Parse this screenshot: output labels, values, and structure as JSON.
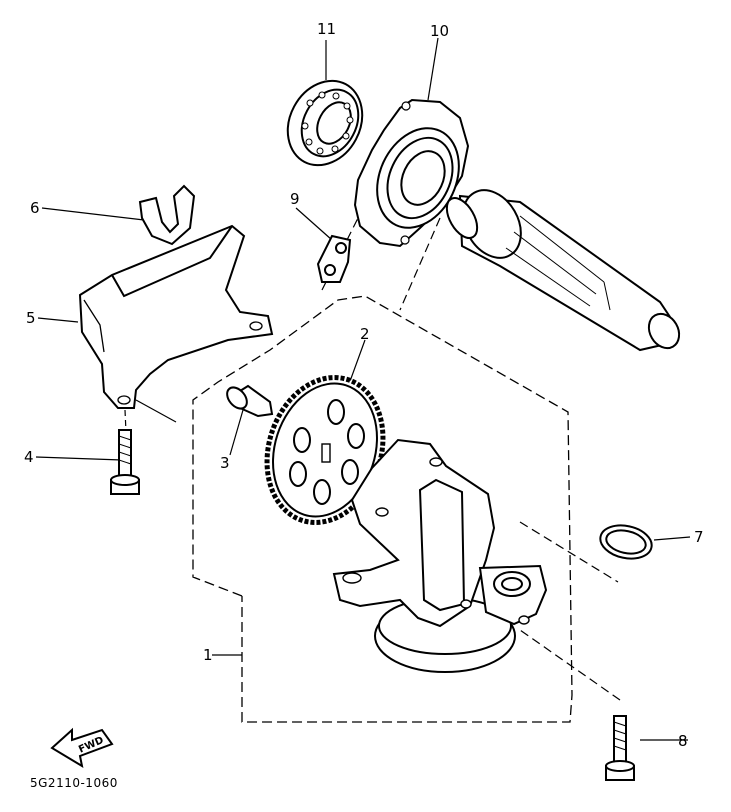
{
  "callouts": [
    {
      "id": "1",
      "text": "1"
    },
    {
      "id": "2",
      "text": "2"
    },
    {
      "id": "3",
      "text": "3"
    },
    {
      "id": "4",
      "text": "4"
    },
    {
      "id": "5",
      "text": "5"
    },
    {
      "id": "6",
      "text": "6"
    },
    {
      "id": "7",
      "text": "7"
    },
    {
      "id": "8",
      "text": "8"
    },
    {
      "id": "9",
      "text": "9"
    },
    {
      "id": "10",
      "text": "10"
    },
    {
      "id": "11",
      "text": "11"
    }
  ],
  "direction_arrow": {
    "text": "FWD"
  },
  "part_code": "5G2110-1060"
}
